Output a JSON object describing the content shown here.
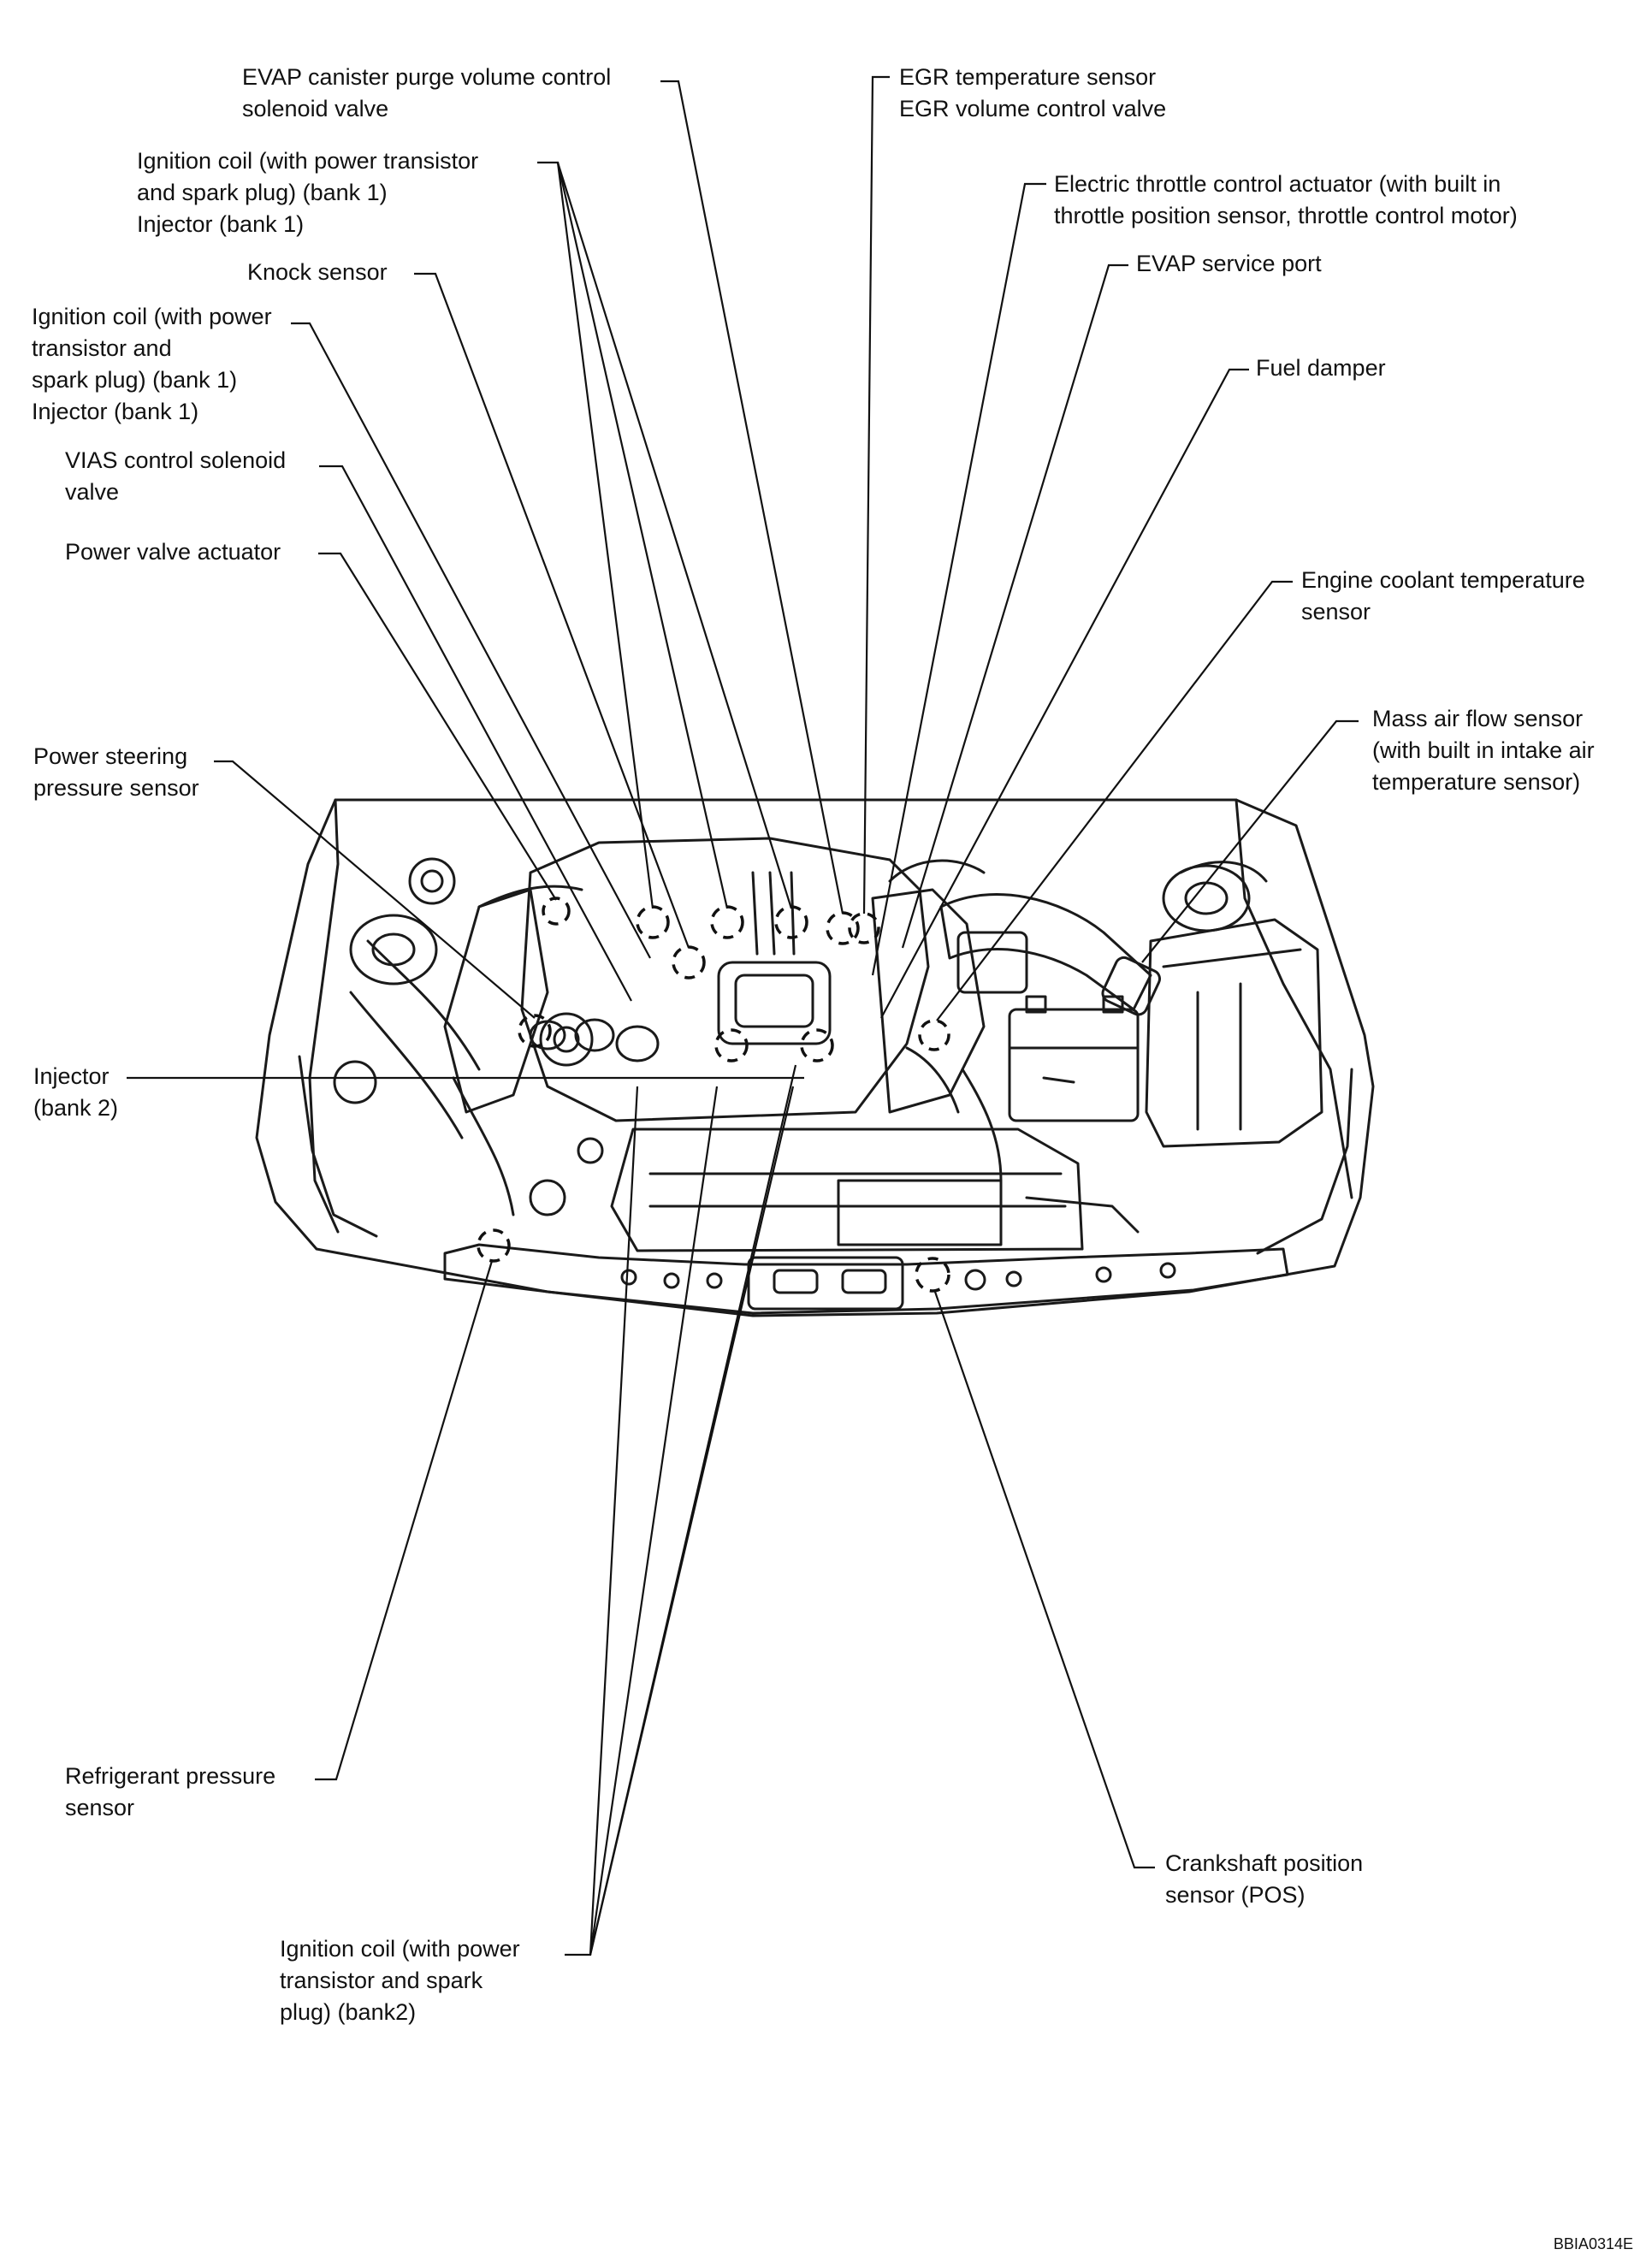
{
  "labels": {
    "evap_purge": [
      "EVAP canister purge volume control",
      "solenoid valve"
    ],
    "ign_coil_bank1_a": [
      "Ignition coil (with power transistor",
      "and spark plug) (bank 1)",
      "Injector (bank 1)"
    ],
    "knock_sensor": [
      "Knock sensor"
    ],
    "ign_coil_bank1_b": [
      "Ignition coil (with power",
      "transistor and",
      "spark plug) (bank 1)",
      "Injector (bank 1)"
    ],
    "vias_solenoid": [
      "VIAS control solenoid",
      "valve"
    ],
    "power_valve": [
      "Power valve actuator"
    ],
    "ps_pressure": [
      "Power steering",
      "pressure sensor"
    ],
    "injector_bank2": [
      "Injector",
      "(bank 2)"
    ],
    "refrigerant": [
      "Refrigerant pressure",
      "sensor"
    ],
    "ign_coil_bank2": [
      "Ignition coil (with power",
      "transistor and spark",
      "plug) (bank2)"
    ],
    "egr": [
      "EGR temperature sensor",
      "EGR volume control valve"
    ],
    "throttle": [
      "Electric throttle control actuator (with built in",
      "throttle position sensor, throttle control motor)"
    ],
    "evap_port": [
      "EVAP service port"
    ],
    "fuel_damper": [
      "Fuel damper"
    ],
    "coolant_temp": [
      "Engine coolant temperature",
      "sensor"
    ],
    "maf": [
      "Mass air flow sensor",
      "(with built in intake air",
      "temperature sensor)"
    ],
    "crankshaft": [
      "Crankshaft position",
      "sensor (POS)"
    ]
  },
  "figure_id": "BBIA0314E"
}
